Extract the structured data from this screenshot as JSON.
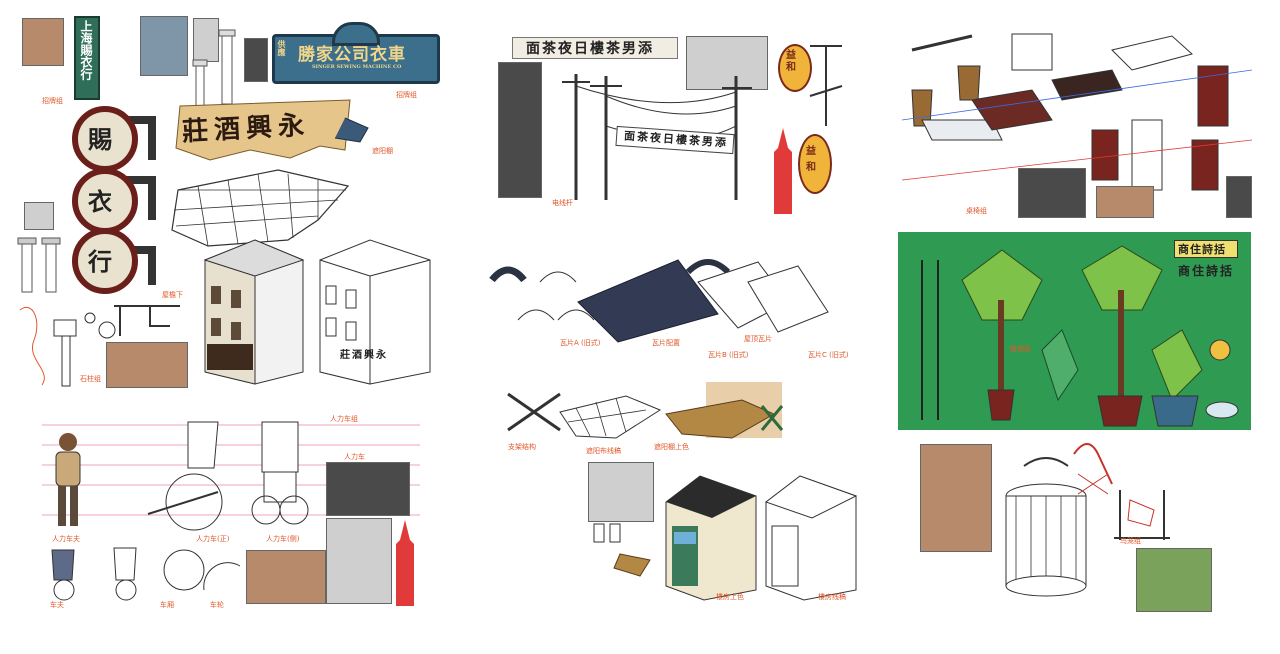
{
  "signs": {
    "vertical_shop": "上海賜衣行",
    "blue_board": "勝家公司衣車",
    "blue_board_sub": "SINGER SEWING MACHINE CO",
    "blue_board_side": "供應",
    "banner": "莊酒興永",
    "round_chars": [
      "賜",
      "衣",
      "行"
    ],
    "hanging_pole_banner": "面茶夜日樓茶男添",
    "top_banner": "面茶夜日樓茶男添",
    "round_gold_1": "益和",
    "round_gold_2": "益和",
    "green_panel_sign": "商住詩括",
    "green_panel_sign_top": "商住詩括",
    "shop_sign_small": "莊酒興永"
  },
  "notes": {
    "n1": "招牌组",
    "n2": "招牌组",
    "n3": "遮阳棚",
    "n4": "屋檐下",
    "n5": "石柱组",
    "n6": "人力车组",
    "n7": "人力车(正)",
    "n8": "人力车(侧)",
    "n9": "人力车",
    "n10": "电线杆",
    "n11": "瓦片A (旧式)",
    "n12": "瓦片配置",
    "n13": "屋顶瓦片",
    "n14": "瓦片B (旧式)",
    "n15": "瓦片C (旧式)",
    "n16": "支架结构",
    "n17": "遮阳布线稿",
    "n18": "遮阳棚上色",
    "n19": "楼房上色",
    "n20": "楼房线稿",
    "n21": "桌椅组",
    "n22": "植物组",
    "n23": "鸟笼组",
    "n24": "人力车夫",
    "n25": "车夫",
    "n26": "车厢",
    "n27": "车轮"
  },
  "colors": {
    "accent_note": "#e2572a",
    "green_panel": "#2f9a52",
    "sign_blue": "#3b6f8c",
    "sign_red": "#c8322a",
    "wood": "#6b3a22"
  }
}
